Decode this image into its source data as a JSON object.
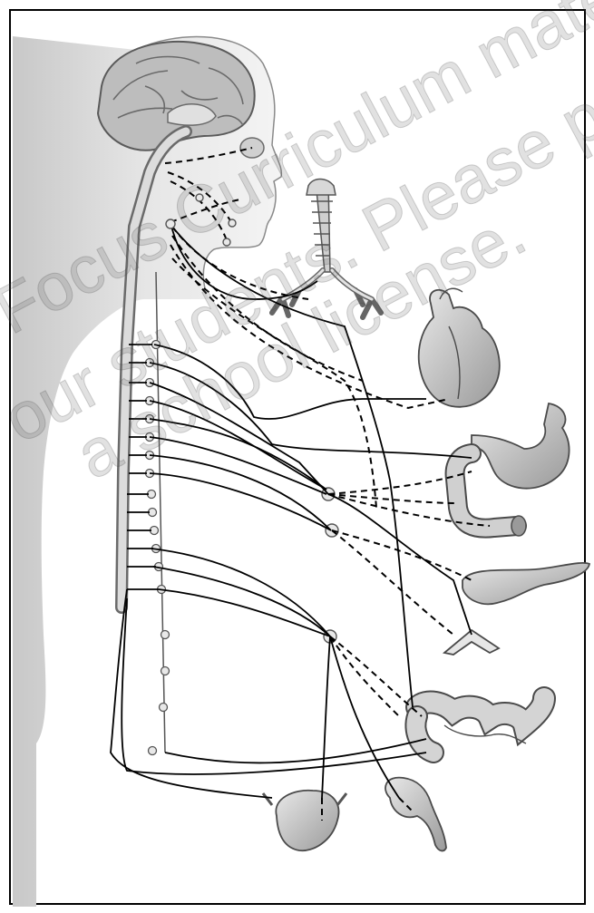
{
  "watermark": {
    "line1": "Focus Curriculum mater",
    "line2": "our students. Please purc",
    "line3": "a school license."
  },
  "colors": {
    "frame": "#000000",
    "body_fill": "#d9d9d9",
    "organ_fill": "#bfbfbf",
    "nerve_line": "#000000"
  }
}
